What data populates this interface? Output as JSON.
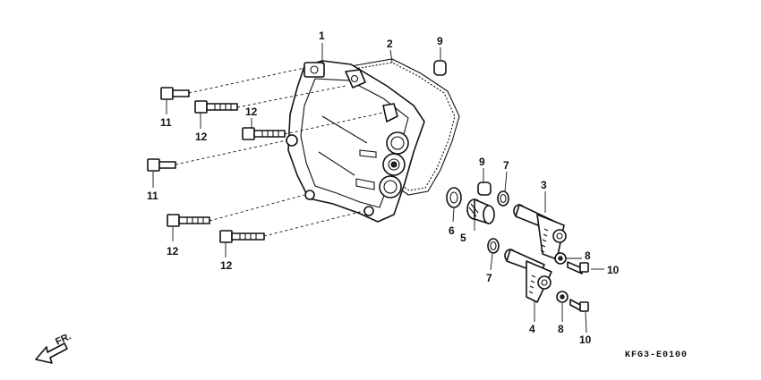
{
  "diagram": {
    "code": "KFG3-E0100",
    "front_label": "FR.",
    "callouts": [
      {
        "id": "c1",
        "label": "1"
      },
      {
        "id": "c2",
        "label": "2"
      },
      {
        "id": "c9a",
        "label": "9"
      },
      {
        "id": "c11a",
        "label": "11"
      },
      {
        "id": "c12a",
        "label": "12"
      },
      {
        "id": "c12b",
        "label": "12"
      },
      {
        "id": "c11b",
        "label": "11"
      },
      {
        "id": "c12c",
        "label": "12"
      },
      {
        "id": "c12d",
        "label": "12"
      },
      {
        "id": "c9b",
        "label": "9"
      },
      {
        "id": "c7a",
        "label": "7"
      },
      {
        "id": "c3",
        "label": "3"
      },
      {
        "id": "c6",
        "label": "6"
      },
      {
        "id": "c5",
        "label": "5"
      },
      {
        "id": "c7b",
        "label": "7"
      },
      {
        "id": "c8a",
        "label": "8"
      },
      {
        "id": "c10a",
        "label": "10"
      },
      {
        "id": "c4",
        "label": "4"
      },
      {
        "id": "c8b",
        "label": "8"
      },
      {
        "id": "c10b",
        "label": "10"
      }
    ]
  }
}
